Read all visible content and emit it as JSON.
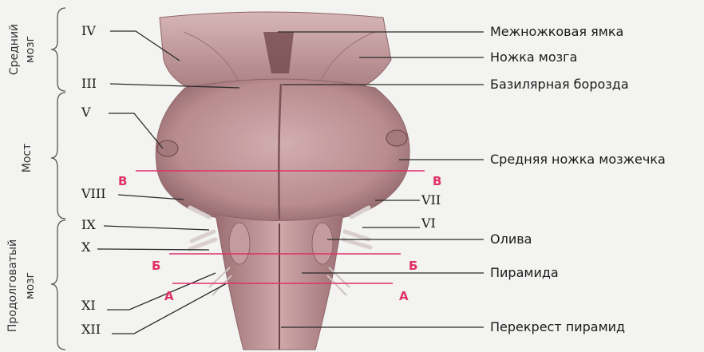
{
  "regions": {
    "midbrain": [
      "Средний",
      "мозг"
    ],
    "pons": "Мост",
    "medulla": [
      "Продолговатый",
      "мозг"
    ]
  },
  "nerves": {
    "iv": "IV",
    "iii": "III",
    "v": "V",
    "viii": "VIII",
    "ix": "IX",
    "x": "X",
    "xi": "XI",
    "xii": "XII",
    "vii": "VII",
    "vi": "VI"
  },
  "structures": {
    "interpeduncular_fossa": "Межножковая ямка",
    "cerebral_peduncle": "Ножка мозга",
    "basilar_sulcus": "Базилярная борозда",
    "middle_cerebellar_peduncle": "Средняя ножка мозжечка",
    "olive": "Олива",
    "pyramid": "Пирамида",
    "pyramidal_decussation": "Перекрест пирамид"
  },
  "sections": {
    "v": "В",
    "b": "Б",
    "a": "А"
  },
  "colors": {
    "tissue": "#b98c8f",
    "tissue_dark": "#8e6468",
    "tissue_light": "#d6b3b4",
    "section_line": "#e0306a",
    "background": "#f3f3f1"
  }
}
